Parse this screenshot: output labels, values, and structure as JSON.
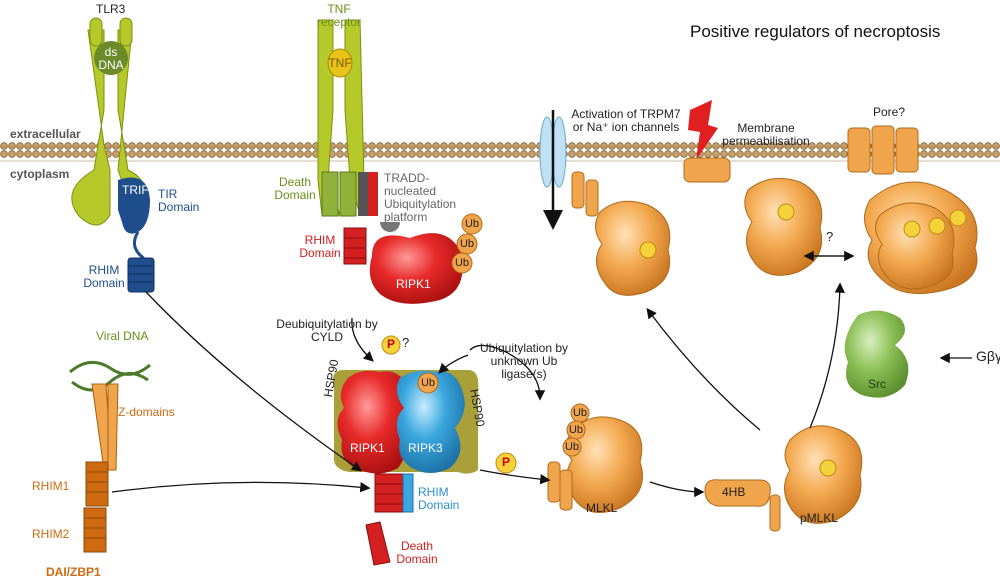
{
  "title": "Positive regulators of necroptosis",
  "membrane": {
    "extracellular": "extracellular",
    "cytoplasm": "cytoplasm"
  },
  "tlr3": {
    "name": "TLR3",
    "ligand": "ds DNA",
    "trif": "TRIF",
    "tir": "TIR Domain",
    "rhim": "RHIM Domain"
  },
  "tnf": {
    "receptor": "TNF receptor",
    "ligand": "TNF",
    "death_domain": "Death Domain",
    "platform": "TRADD-nucleated Ubiquitylation platform",
    "rhim": "RHIM Domain",
    "ripk1": "RIPK1",
    "ub": "Ub"
  },
  "dai": {
    "viral_dna": "Viral DNA",
    "z_domains": "Z-domains",
    "rhim1": "RHIM1",
    "rhim2": "RHIM2",
    "name": "DAI/ZBP1"
  },
  "complex": {
    "deub": "Deubiquitylation by CYLD",
    "q": "?",
    "ubiq": "Ubiquitylation by unknown Ub ligase(s)",
    "hsp90": "HSP90",
    "ripk1": "RIPK1",
    "ripk3": "RIPK3",
    "ub": "Ub",
    "rhim": "RHIM Domain",
    "death_domain": "Death Domain",
    "p": "P"
  },
  "mlkl": {
    "name": "MLKL",
    "pmlkl": "pMLKL",
    "fourhb": "4HB"
  },
  "channels": {
    "activation": "Activation of TRPM7 or Na⁺ ion channels"
  },
  "permeabilisation": "Membrane permeabilisation",
  "pore": "Pore?",
  "src": {
    "name": "Src",
    "gbg": "Gβγ"
  },
  "colors": {
    "lime": "#b5c92a",
    "navy": "#1f4e8c",
    "red": "#d42020",
    "orange": "#f0a54c",
    "green": "#8bbf55",
    "lightblue": "#3aa7de",
    "olive": "#a9a03a"
  }
}
